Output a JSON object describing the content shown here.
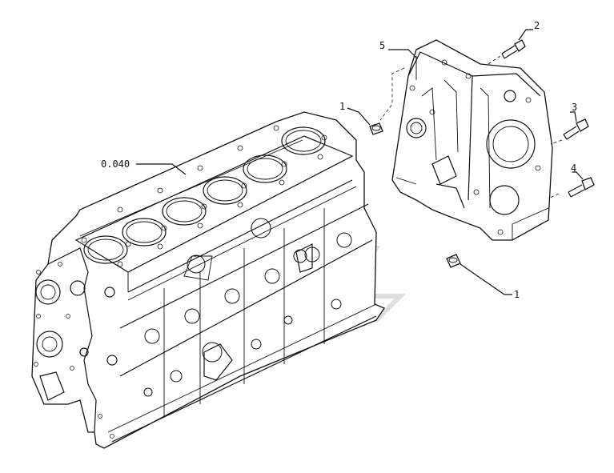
{
  "callouts": {
    "engine_block": "0.040",
    "front_plate": "5",
    "upper_bolt": "2",
    "right_bolt_upper": "3",
    "right_bolt_lower": "4",
    "upper_plug": "1",
    "lower_plug": "1"
  }
}
